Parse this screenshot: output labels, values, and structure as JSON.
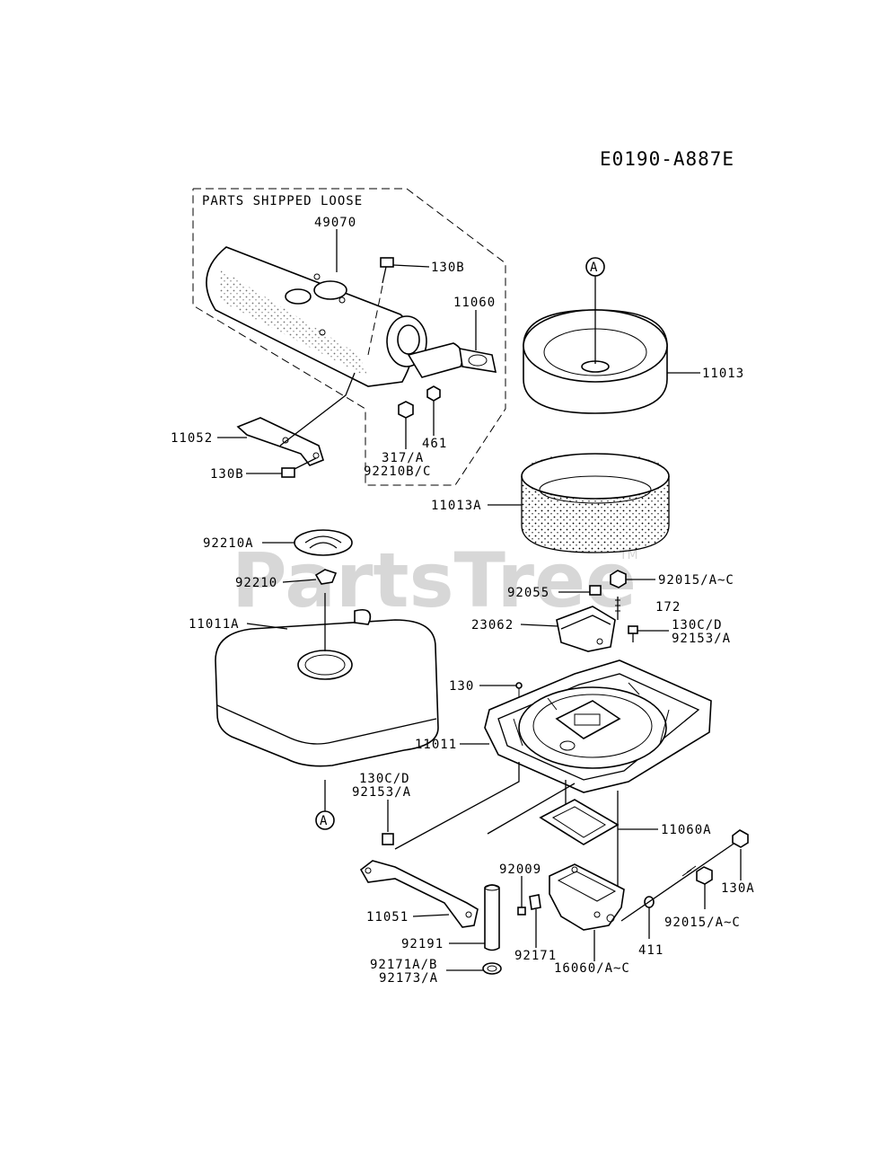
{
  "diagram_code": "E0190-A887E",
  "box_title": "PARTS SHIPPED LOOSE",
  "watermark": "PartsTree",
  "watermark_tm": "TM",
  "ref_marker": "A",
  "parts": {
    "p49070": "49070",
    "p130B_top": "130B",
    "p11060": "11060",
    "p11013": "11013",
    "p11052": "11052",
    "p130B_bottom": "130B",
    "p317A": "317/A",
    "p92210BC": "92210B/C",
    "p461": "461",
    "p11013A": "11013A",
    "p92210A": "92210A",
    "p92210": "92210",
    "p11011A": "11011A",
    "p92015_top": "92015/A~C",
    "p92055": "92055",
    "p172": "172",
    "p23062": "23062",
    "p130CD_right": "130C/D",
    "p92153A_right": "92153/A",
    "p130": "130",
    "p11011": "11011",
    "p130CD_left": "130C/D",
    "p92153A_left": "92153/A",
    "p11060A": "11060A",
    "p92009": "92009",
    "p130A": "130A",
    "p11051": "11051",
    "p92015_bottom": "92015/A~C",
    "p92191": "92191",
    "p92171": "92171",
    "p411": "411",
    "p16060": "16060/A~C",
    "p92171AB": "92171A/B",
    "p92173A": "92173/A"
  }
}
